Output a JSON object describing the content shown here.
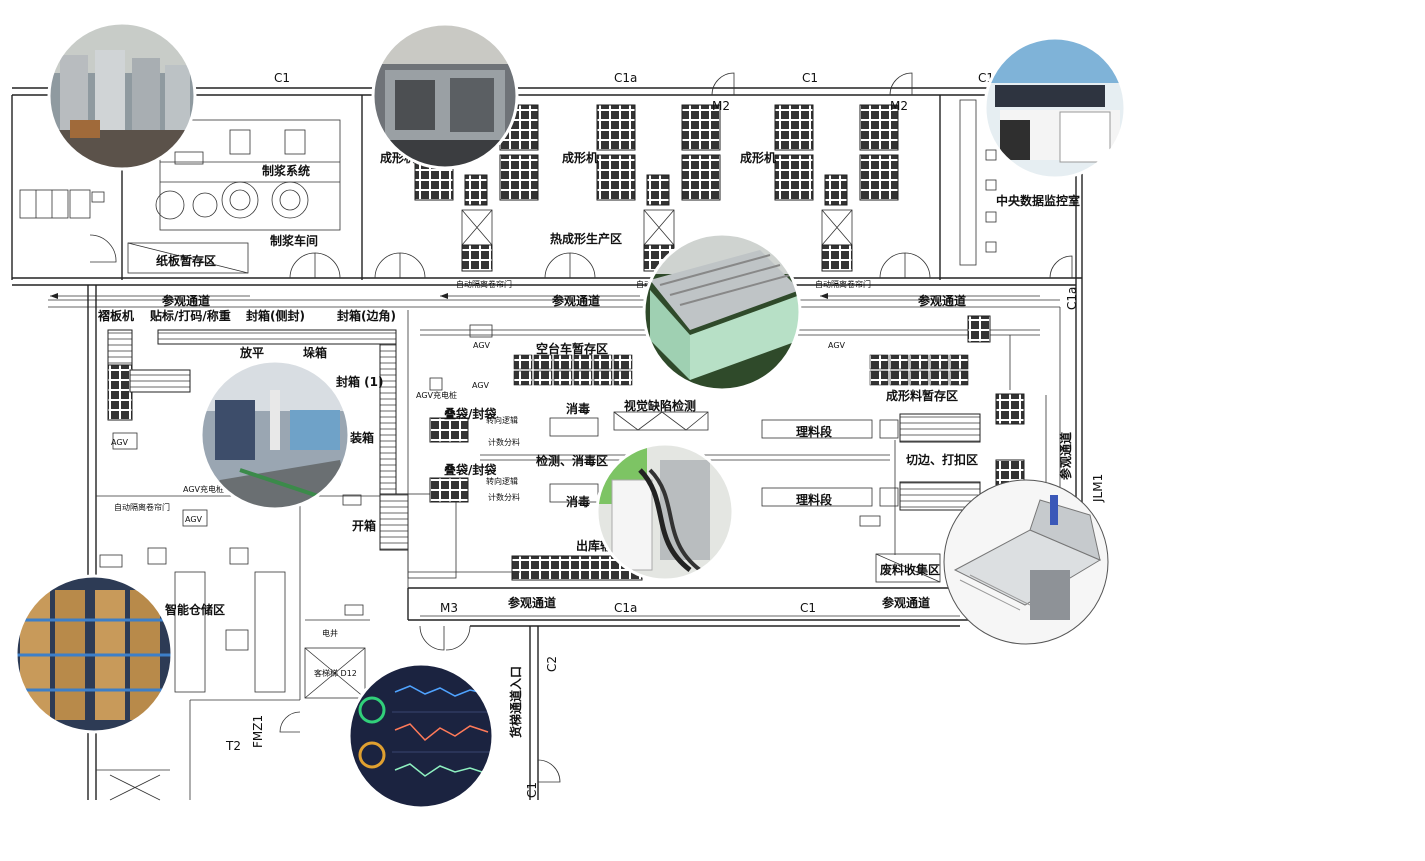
{
  "labels": {
    "zhijiang_xitong": "制浆系统",
    "zhijiang_chejian": "制浆车间",
    "zhiban_zancun": "纸板暂存区",
    "chengxingji_1": "成形机",
    "chengxingji_2": "成形机",
    "chengxingji_3": "成形机",
    "rechengxing": "热成形生产区",
    "zhongyang": "中央数据监控室",
    "canguan_1": "参观通道",
    "canguan_2": "参观通道",
    "canguan_3": "参观通道",
    "canguan_4": "参观通道",
    "canguan_5": "参观通道",
    "zhexiangji": "褶板机",
    "tiebiao": "贴标/打码/称重",
    "fengxiang_ce": "封箱(侧封)",
    "fengxiang_bian": "封箱(边角)",
    "fangping": "放平",
    "duoxiang": "垛箱",
    "fengxiang_1": "封箱 (1)",
    "zhuangxiang": "装箱",
    "kaixiang": "开箱",
    "kongtaiche": "空台车暂存区",
    "chengxingliao": "成形料暂存区",
    "shijue": "视觉缺陷检测",
    "xiaodu_1": "消毒",
    "xiaodu_2": "消毒",
    "jiance_xiaodu": "检测、消毒区",
    "liliao_1": "理料段",
    "liliao_2": "理料段",
    "qiebian": "切边、打扣区",
    "diedai_1": "叠袋/封袋",
    "diedai_2": "叠袋/封袋",
    "zhuanxiang_1": "转向逻辑",
    "zhuanxiang_2": "转向逻辑",
    "jishu_1": "计数分料",
    "jishu_2": "计数分料",
    "chuku": "出库输",
    "feiliao": "废料收集区",
    "zhineng": "智能仓储区",
    "dianjing": "电井",
    "kefu": "客梯梯 D12",
    "huanan": "货梯通道入口",
    "agv_1": "AGV",
    "agv_2": "AGV",
    "agv_3": "AGV",
    "agv_4": "AGV",
    "agv_5": "AGV",
    "agv_charge_1": "AGV充电桩",
    "agv_charge_2": "AGV充电桩",
    "auto_door_1": "自动隔离卷帘门",
    "auto_door_2": "自动隔离卷帘门",
    "auto_door_3": "自动隔离卷帘门",
    "auto_door_4": "自动隔离卷帘门"
  },
  "doors": {
    "c1_top_left": "C1",
    "c1a_top": "C1a",
    "c1_top_mid": "C1",
    "c1_top_right": "C1",
    "m2_a": "M2",
    "m2_b": "M2",
    "m3": "M3",
    "c1a_bottom": "C1a",
    "c1_bottom": "C1",
    "c2": "C2",
    "c1_lower": "C1",
    "fmz1": "FMZ1",
    "t2": "T2",
    "c1a_right": "C1a",
    "jlm1": "JLM1",
    "right_vertical": "参观通道"
  },
  "colors": {
    "line": "#222222",
    "photo_border": "#ffffff",
    "monitor_bg": "#1b2340"
  },
  "photos": [
    "tank-photo",
    "forming-machine-photo",
    "control-room-photo",
    "conveyor-machine-photo",
    "robot-packing-photo",
    "robot-arm-photo",
    "cutting-machine-render",
    "warehouse-photo",
    "dashboard-screen"
  ]
}
